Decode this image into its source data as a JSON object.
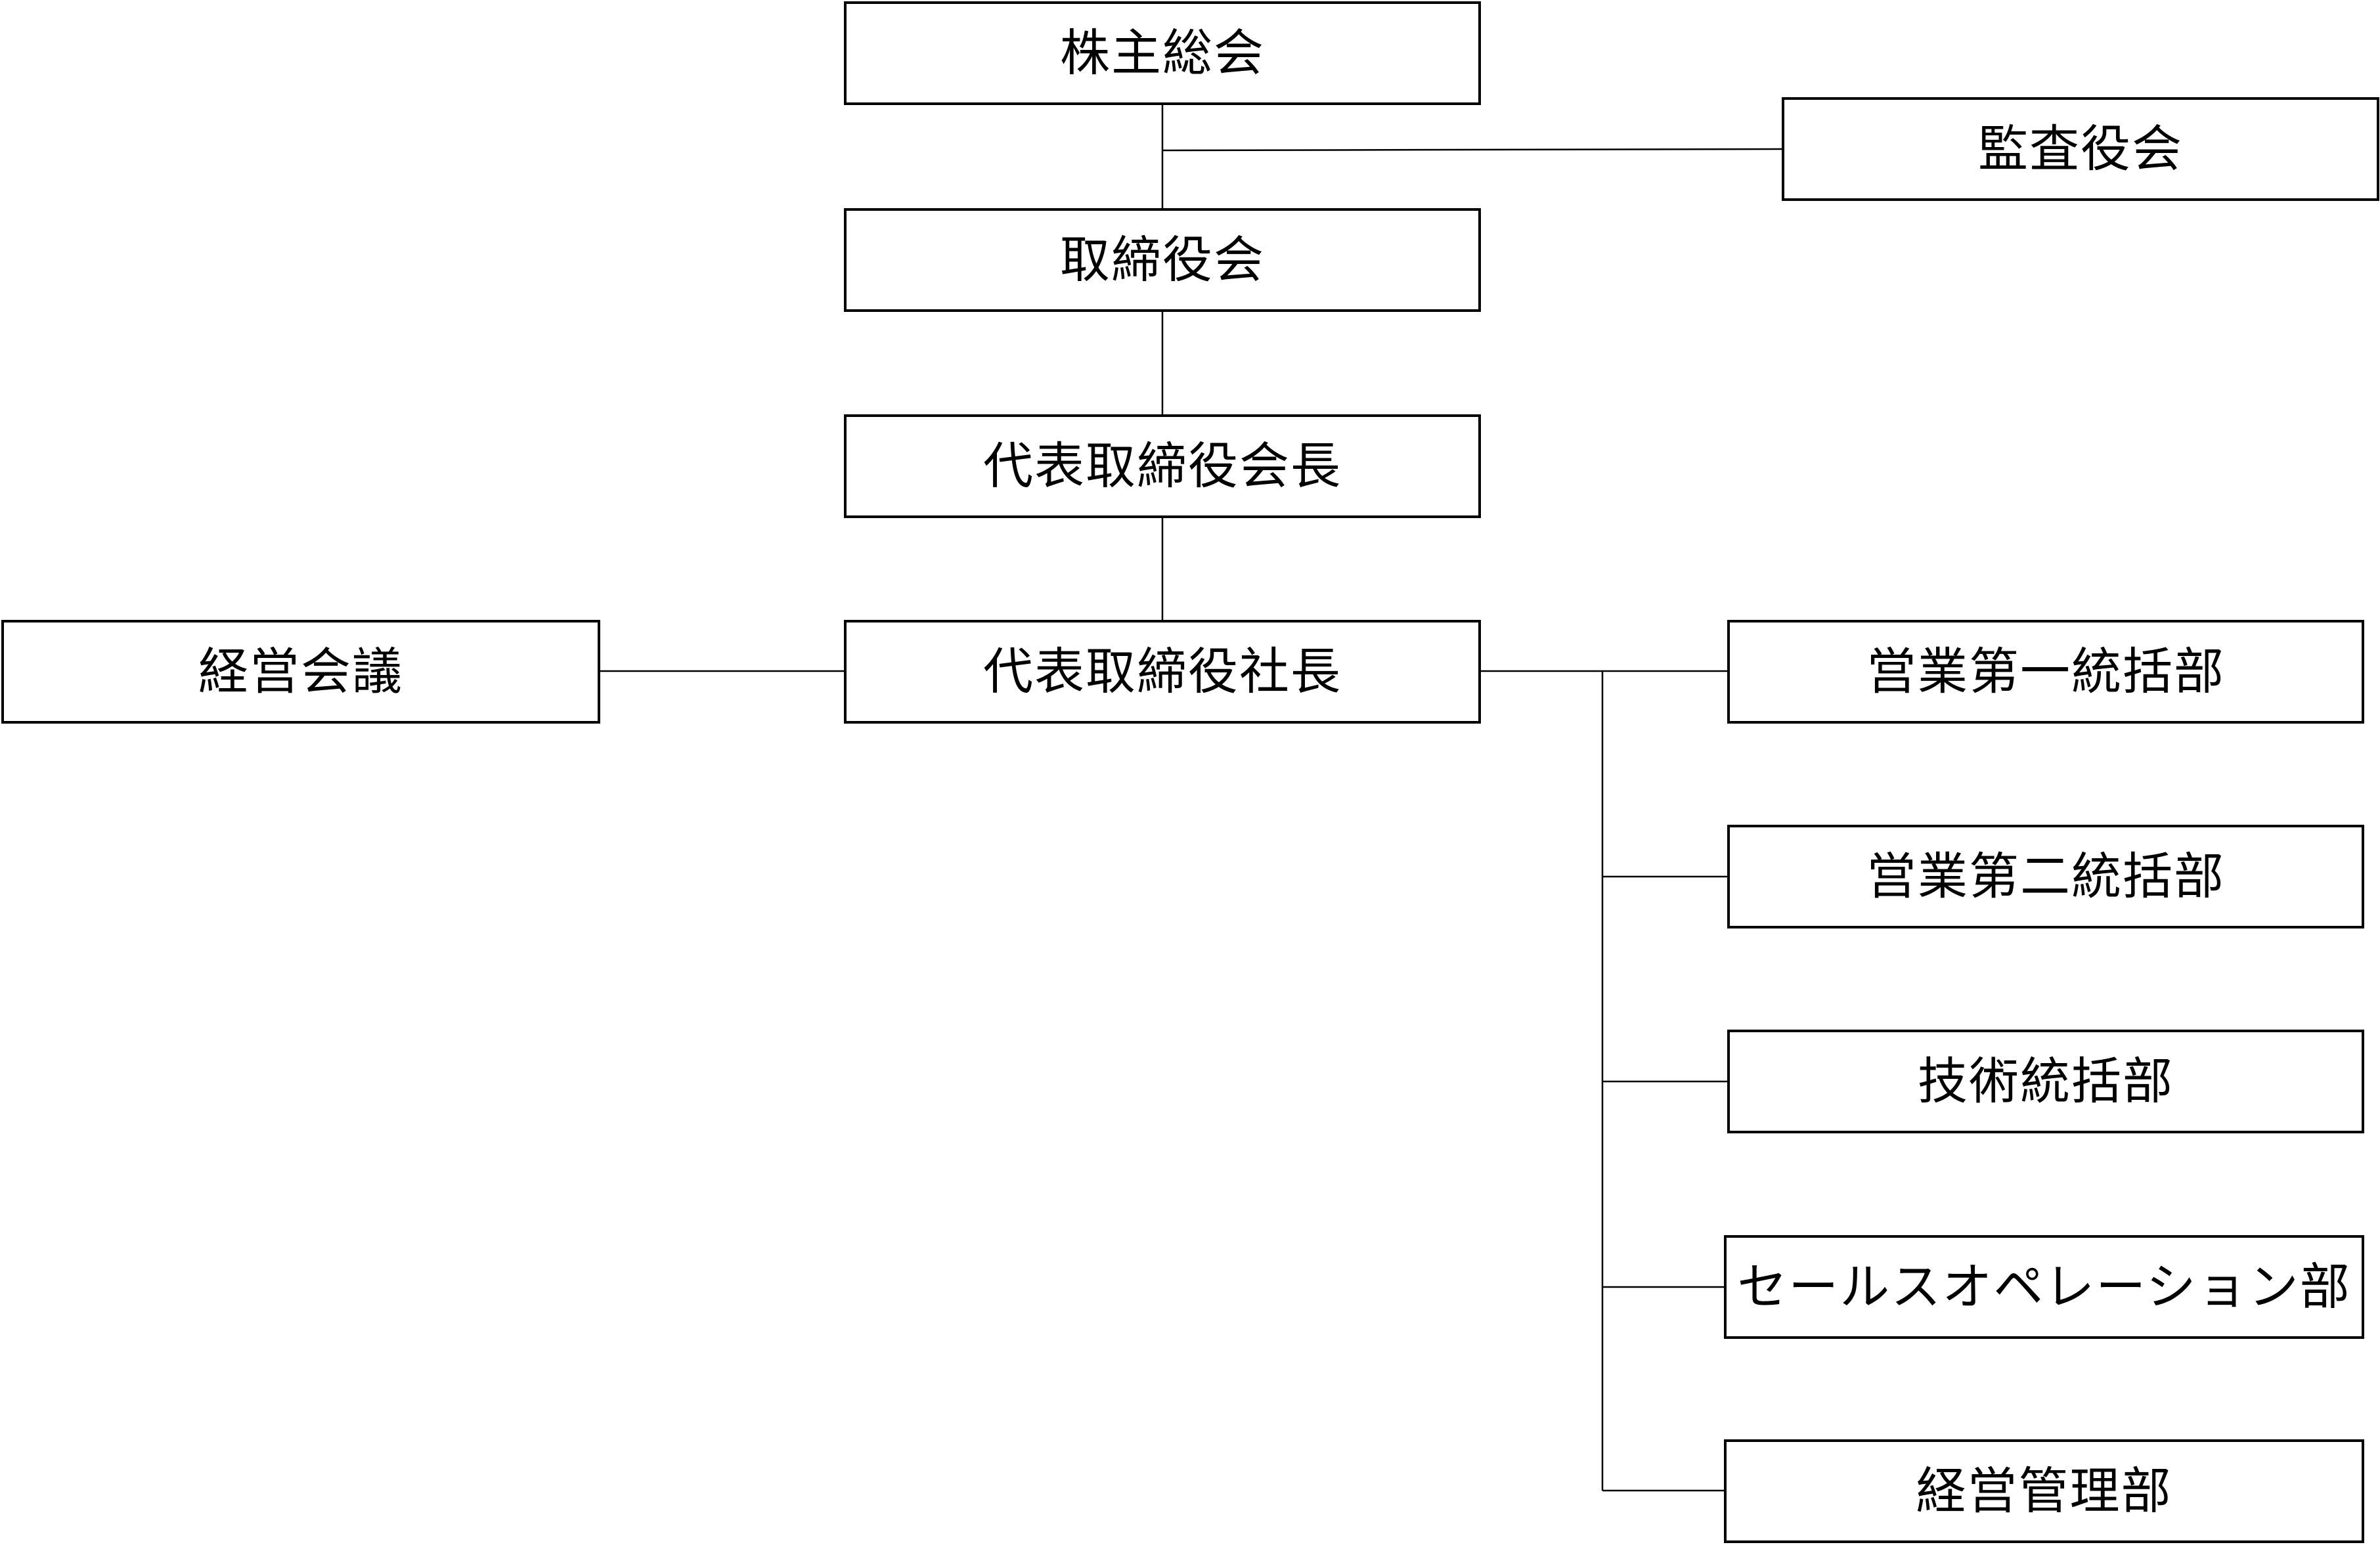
{
  "org_chart": {
    "shareholders_meeting": "株主総会",
    "audit_board": "監査役会",
    "board_of_directors": "取締役会",
    "chairman": "代表取締役会長",
    "president": "代表取締役社長",
    "management_meeting": "経営会議",
    "departments": [
      "営業第一統括部",
      "営業第二統括部",
      "技術統括部",
      "セールスオペレーション部",
      "経営管理部"
    ]
  },
  "colors": {
    "line": "#000000",
    "border": "#000000",
    "background": "#ffffff",
    "text": "#000000"
  }
}
